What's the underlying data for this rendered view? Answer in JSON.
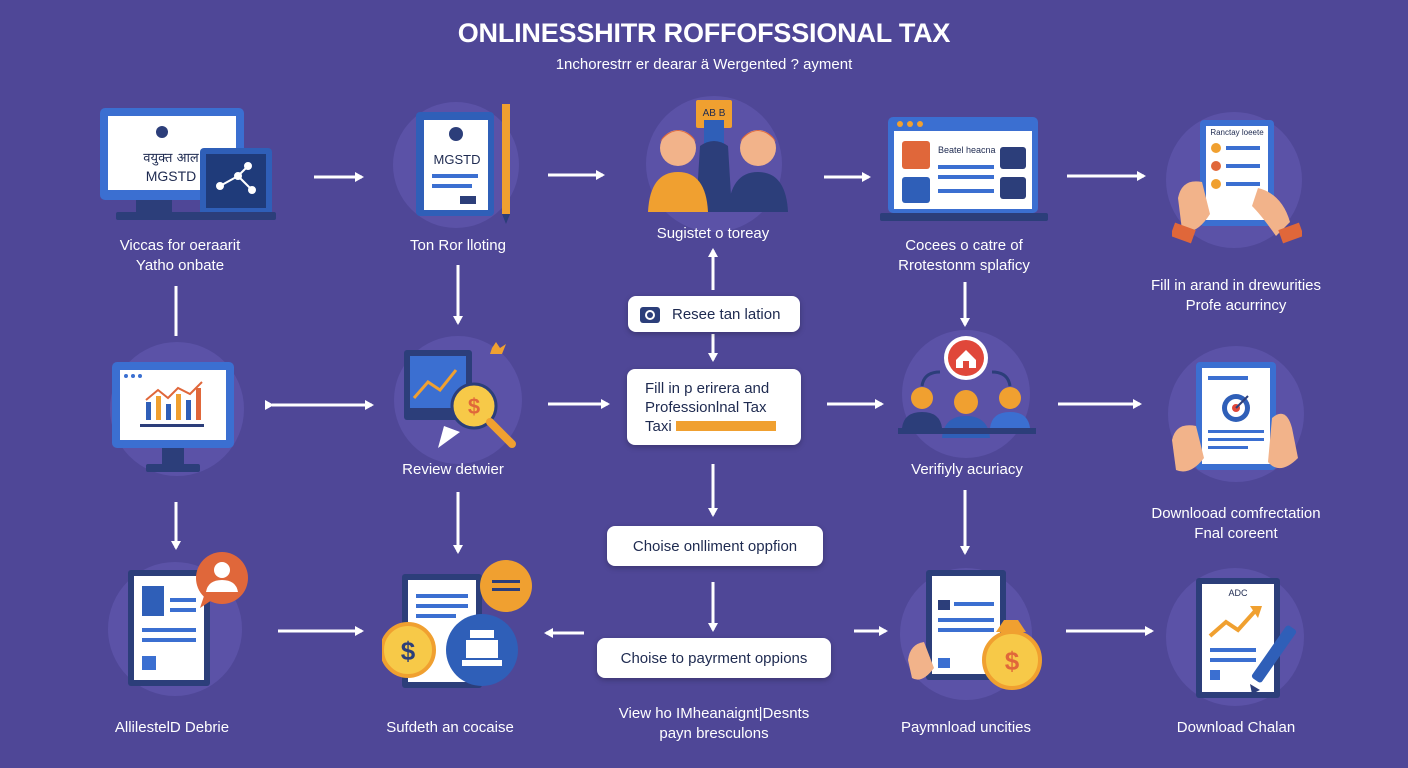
{
  "header": {
    "title": "ONLINESSHITR ROFFOFSSIONAL TAX",
    "subtitle": "1nchorestrr er dearar ä Wergented ? ayment"
  },
  "steps": {
    "r1c1": {
      "line1": "Viccas for oeraarit",
      "line2": "Yatho onbate",
      "monitor_line1": "वयुक्त आल",
      "monitor_line2": "MGSTD",
      "icon": "computer-icon"
    },
    "r1c2": {
      "line1": "Ton Ror lloting",
      "doc_text": "MGSTD",
      "icon": "document-pencil-icon"
    },
    "r1c3": {
      "line1": "Sugistet o toreay",
      "sign_text": "AB B",
      "icon": "two-users-icon"
    },
    "r1c4": {
      "line1": "Cocees o catre of",
      "line2": "Rrotestonm splaficy",
      "browser_text": "Beatel heacna",
      "icon": "browser-window-icon"
    },
    "r1c5": {
      "line1": "Fill in arand in drewurities",
      "line2": "Profe acurrincy",
      "doc_text": "Ranctay loeete",
      "icon": "tablet-form-icon"
    },
    "r2c1": {
      "icon": "analytics-monitor-icon"
    },
    "r2c2": {
      "line1": "Review detwier",
      "icon": "magnifier-dollar-icon"
    },
    "r2c4": {
      "line1": "Verifiyly acuriacy",
      "icon": "team-home-icon"
    },
    "r2c5": {
      "line1": "Downlooad comfrectation",
      "line2": "Fnal coreent",
      "icon": "target-document-icon"
    },
    "r3c1": {
      "line1": "AllilestelD Debrie",
      "icon": "profile-document-icon"
    },
    "r3c2": {
      "line1": "Sufdeth an cocaise",
      "icon": "payment-documents-icon"
    },
    "r3c3": {
      "line1": "View ho IMheanaignt|Desnts",
      "line2": "payn bresculons"
    },
    "r3c4": {
      "line1": "Paymnload uncities",
      "icon": "money-bag-document-icon"
    },
    "r3c5": {
      "line1": "Download Chalan",
      "doc_text": "ADC",
      "icon": "chart-document-icon"
    }
  },
  "boxes": {
    "reset": "Resee tan lation",
    "fill_line1": "Fill in p erirera and",
    "fill_line2": "Professionlnal Tax",
    "fill_line3": "Taxi",
    "instalment": "Choise onlliment oppfion",
    "payment": "Choise to payrment oppions"
  },
  "colors": {
    "background": "#4f4797",
    "circle": "#5b52a7",
    "accent_orange": "#f0a030",
    "accent_blue": "#3b6fd1",
    "arrow": "#ffffff"
  }
}
